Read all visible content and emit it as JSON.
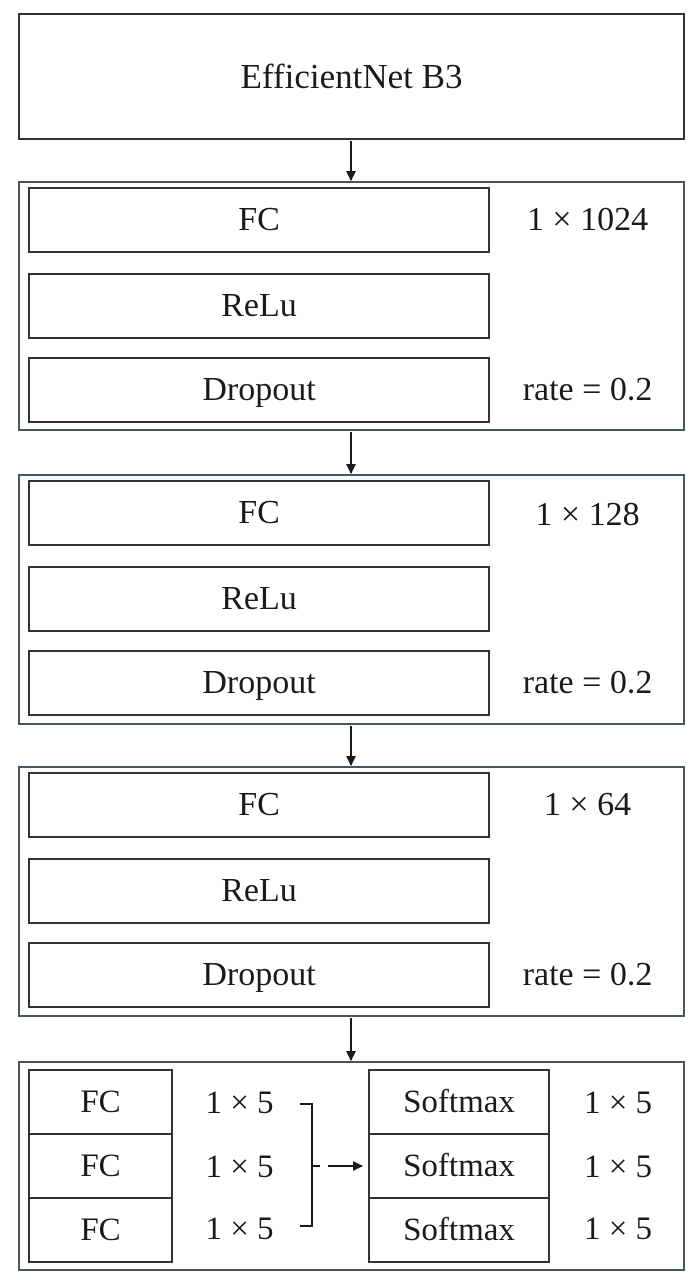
{
  "backbone": {
    "label": "EfficientNet B3"
  },
  "blocks": [
    {
      "fc_label": "FC",
      "fc_dim": "1 × 1024",
      "relu_label": "ReLu",
      "dropout_label": "Dropout",
      "dropout_rate": "rate = 0.2"
    },
    {
      "fc_label": "FC",
      "fc_dim": "1 × 128",
      "relu_label": "ReLu",
      "dropout_label": "Dropout",
      "dropout_rate": "rate = 0.2"
    },
    {
      "fc_label": "FC",
      "fc_dim": "1 × 64",
      "relu_label": "ReLu",
      "dropout_label": "Dropout",
      "dropout_rate": "rate = 0.2"
    }
  ],
  "heads": {
    "fc": [
      {
        "label": "FC",
        "dim": "1 × 5"
      },
      {
        "label": "FC",
        "dim": "1 × 5"
      },
      {
        "label": "FC",
        "dim": "1 × 5"
      }
    ],
    "softmax": [
      {
        "label": "Softmax",
        "dim": "1 × 5"
      },
      {
        "label": "Softmax",
        "dim": "1 × 5"
      },
      {
        "label": "Softmax",
        "dim": "1 × 5"
      }
    ]
  },
  "colors": {
    "box_border": "#333333",
    "group_border": "#4a5560",
    "arrow": "#1a1a1a"
  }
}
